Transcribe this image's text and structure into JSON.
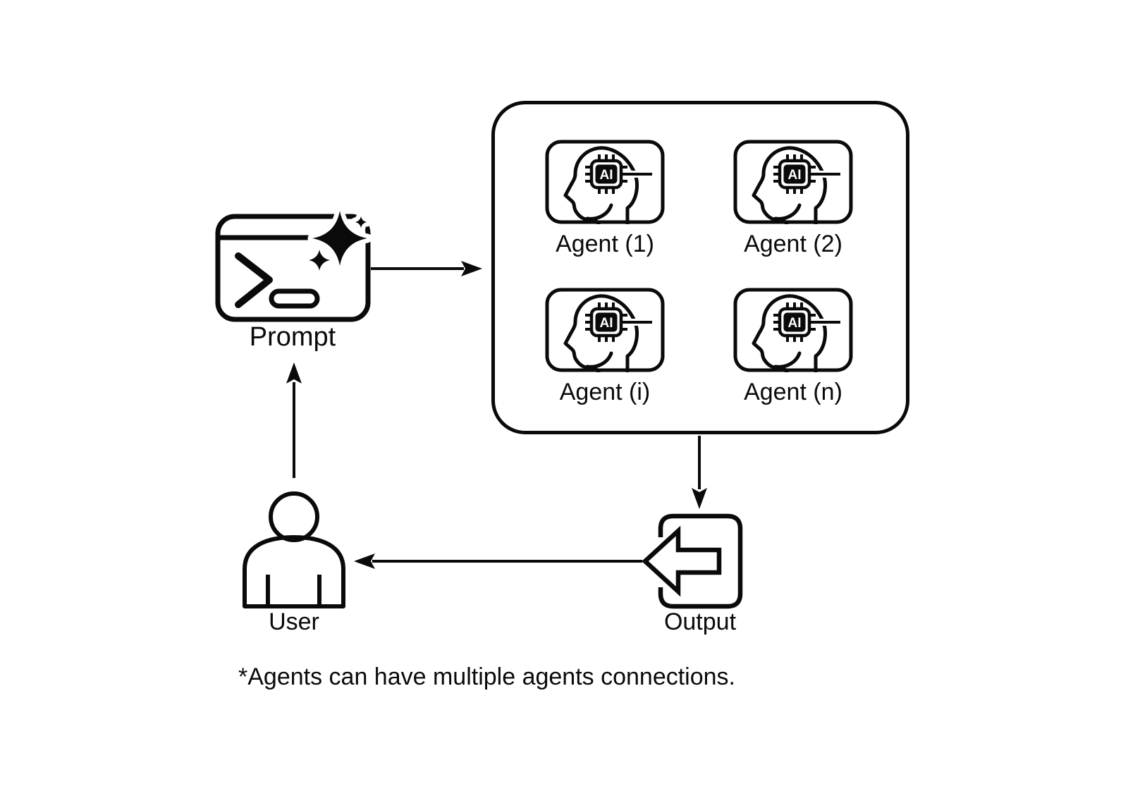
{
  "diagram": {
    "title": "",
    "nodes": {
      "prompt": {
        "label": "Prompt",
        "icon": "terminal-sparkle-icon"
      },
      "agents_group": {
        "icon": "head-ai-chip-icon",
        "chip_text": "AI",
        "agents": [
          {
            "label": "Agent (1)"
          },
          {
            "label": "Agent (2)"
          },
          {
            "label": "Agent (i)"
          },
          {
            "label": "Agent (n)"
          }
        ]
      },
      "output": {
        "label": "Output",
        "icon": "export-arrow-icon"
      },
      "user": {
        "label": "User",
        "icon": "person-icon"
      }
    },
    "edges": [
      {
        "from": "prompt",
        "to": "agents_group"
      },
      {
        "from": "agents_group",
        "to": "output"
      },
      {
        "from": "output",
        "to": "user"
      },
      {
        "from": "user",
        "to": "prompt"
      }
    ],
    "footnote": "*Agents can have multiple agents connections.",
    "colors": {
      "stroke": "#0a0a0a",
      "background": "#ffffff"
    }
  }
}
